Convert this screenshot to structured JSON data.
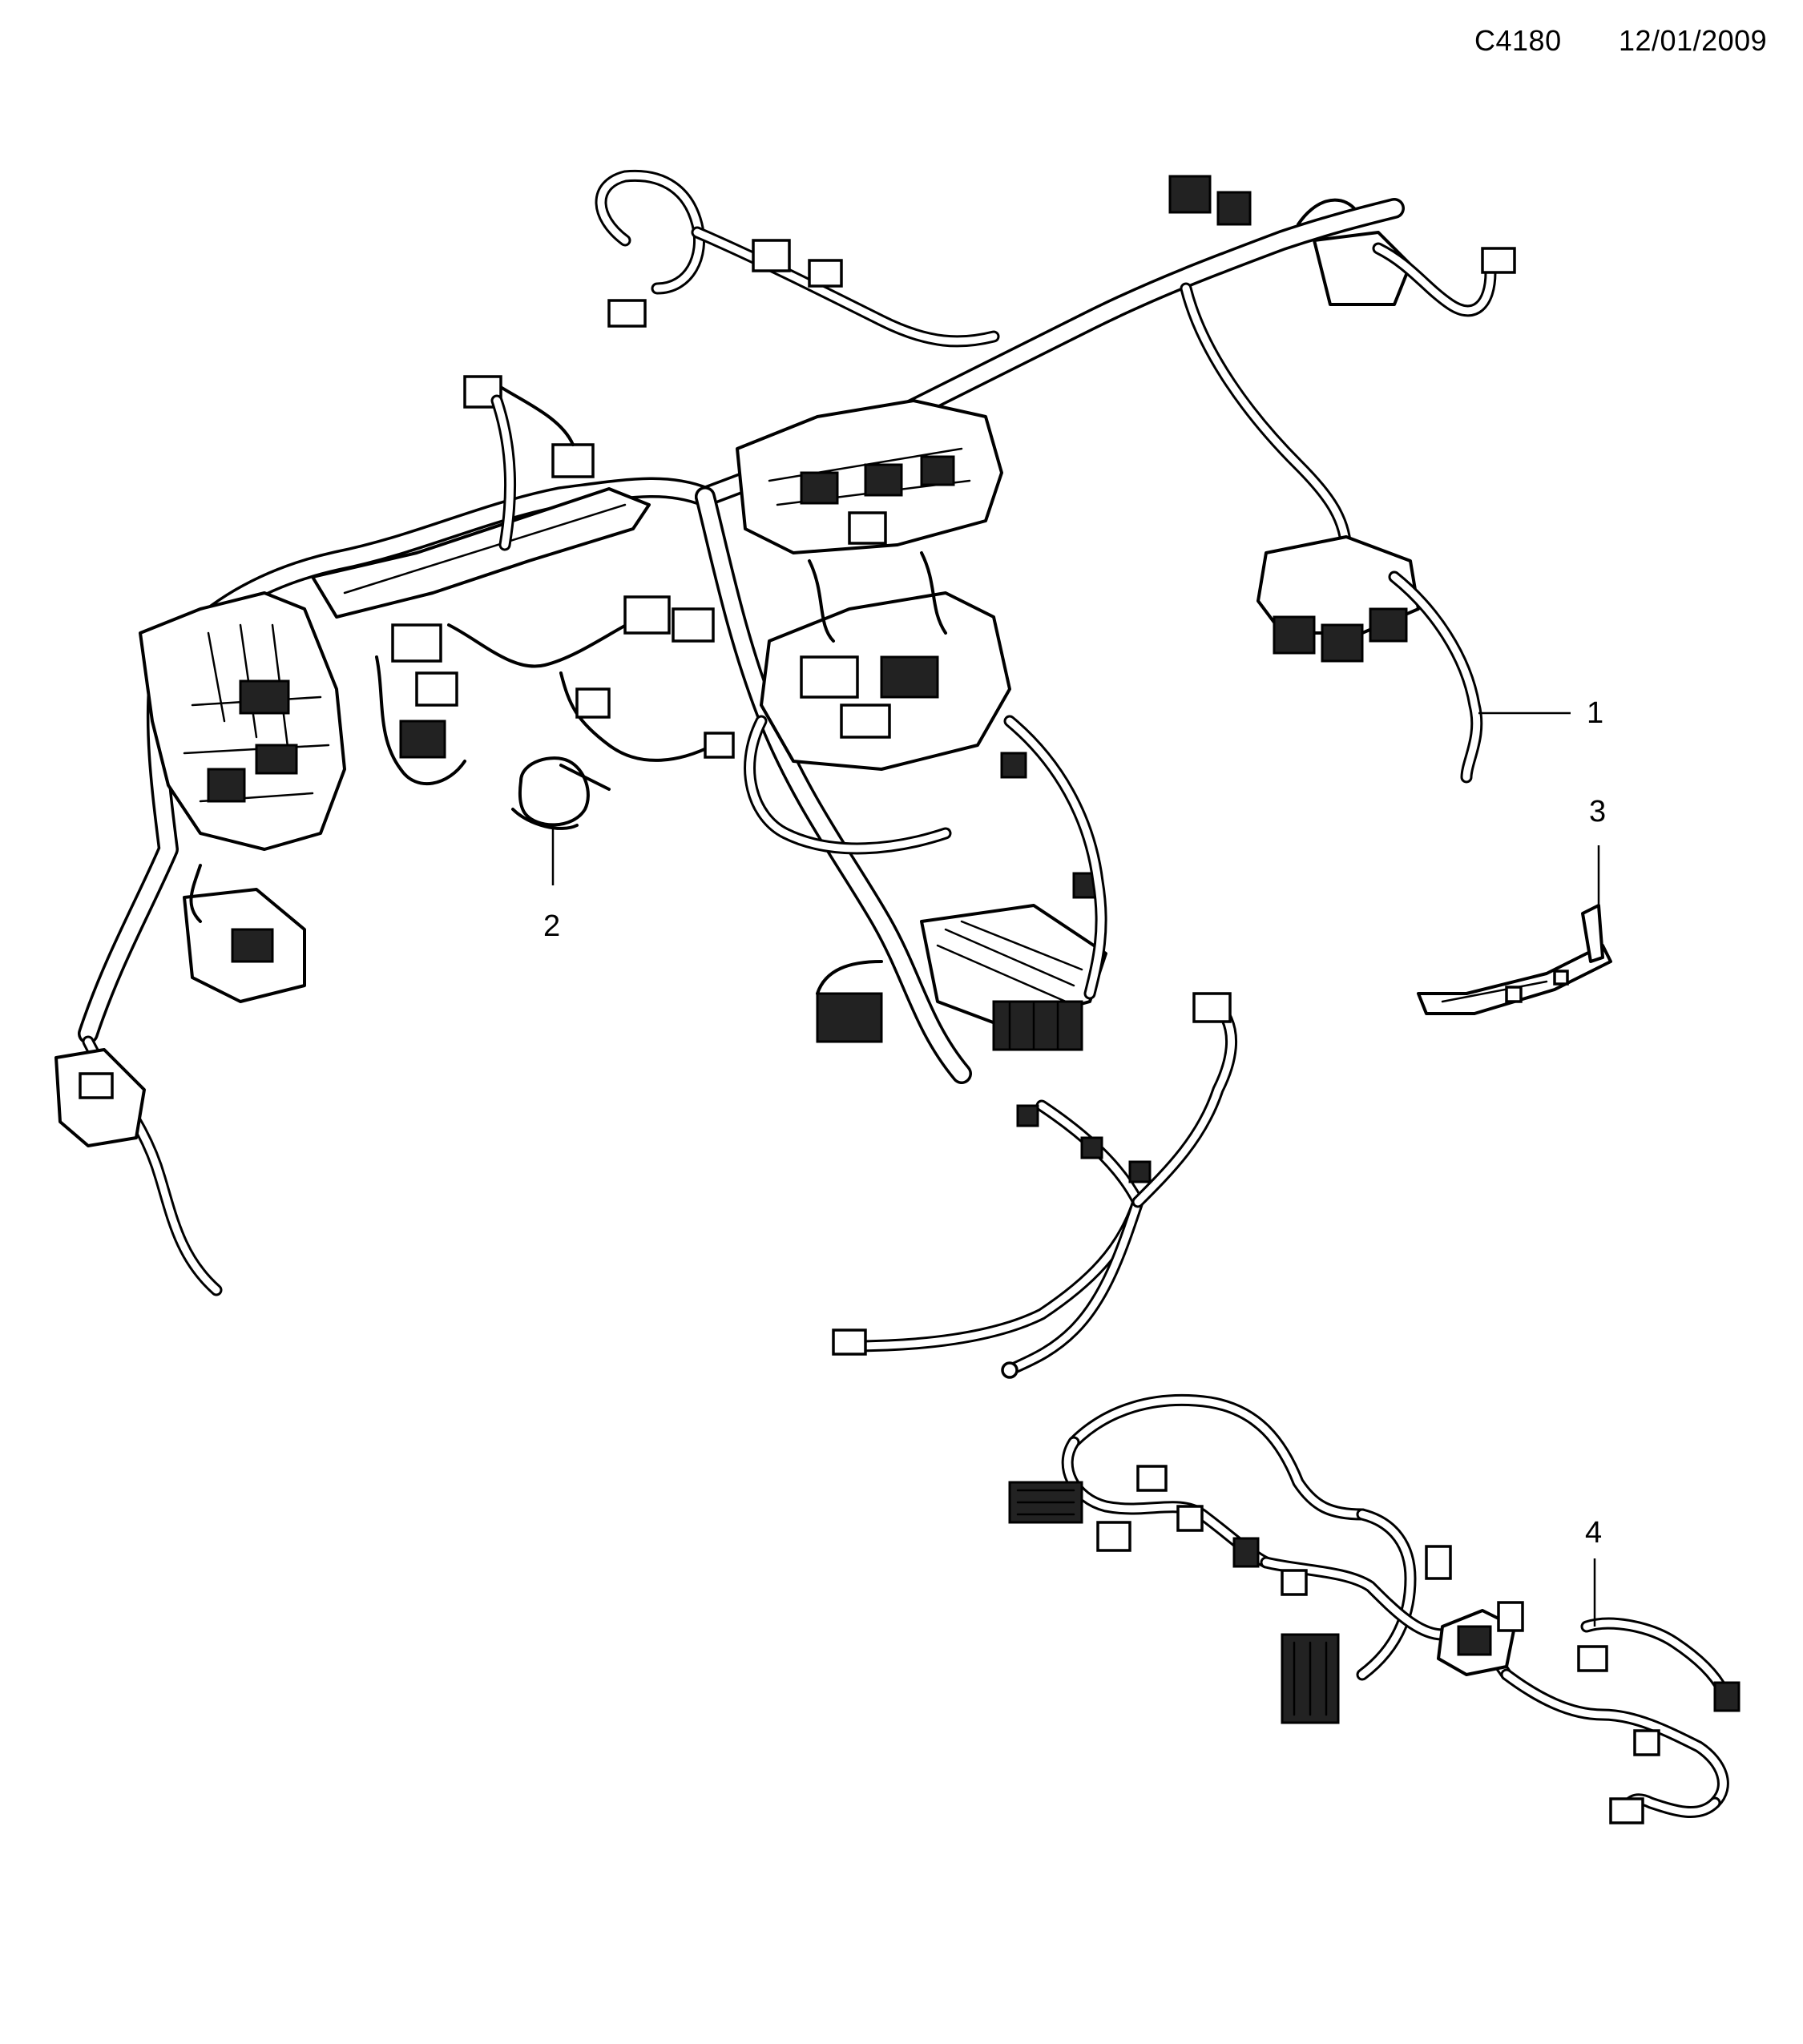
{
  "header": {
    "code": "C4180",
    "date": "12/01/2009"
  },
  "callouts": [
    {
      "id": "1",
      "label": "1"
    },
    {
      "id": "2",
      "label": "2"
    },
    {
      "id": "3",
      "label": "3"
    },
    {
      "id": "4",
      "label": "4"
    }
  ]
}
